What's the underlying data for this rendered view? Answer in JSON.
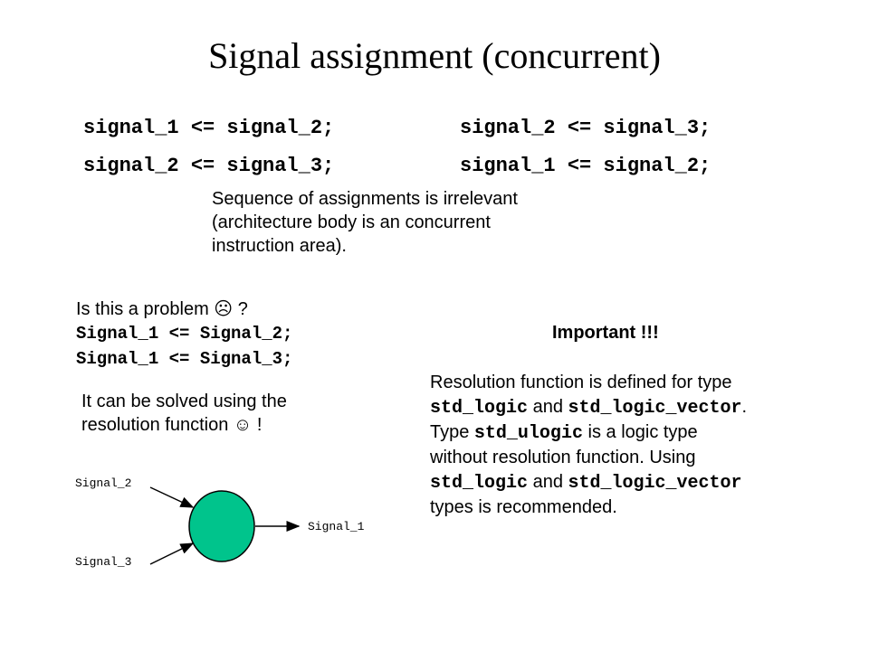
{
  "slide": {
    "title": "Signal assignment (concurrent)",
    "code_left": [
      "signal_1 <= signal_2;",
      "signal_2 <= signal_3;"
    ],
    "code_right": [
      "signal_2 <= signal_3;",
      "signal_1 <= signal_2;"
    ],
    "sequence_note": [
      "Sequence of assignments is irrelevant",
      "(architecture body is an concurrent",
      "instruction area)."
    ],
    "problem": {
      "question": "Is this a problem",
      "sad_symbol": "☹",
      "question_mark": "?",
      "lines": [
        "Signal_1 <= Signal_2;",
        "Signal_1 <= Signal_3;"
      ]
    },
    "solution": {
      "line1": "It can be solved using the",
      "line2": "resolution function",
      "smile_symbol": "☺",
      "exclaim": "!"
    },
    "important": {
      "heading": "Important !!!",
      "l1": "Resolution function is defined for type",
      "l2_code1": "std_logic",
      "l2_and": " and ",
      "l2_code2": "std_logic_vector",
      "l2_end": ".",
      "l3_text1": "Type ",
      "l3_code": "std_ulogic",
      "l3_text2": " is a logic type",
      "l4": "without resolution function. Using",
      "l5_code1": "std_logic",
      "l5_and": " and ",
      "l5_code2": "std_logic_vector",
      "l6": "types is recommended."
    },
    "diagram": {
      "input_top": "Signal_2",
      "input_bottom": "Signal_3",
      "output": "Signal_1",
      "node_color": "#00c48c"
    }
  }
}
